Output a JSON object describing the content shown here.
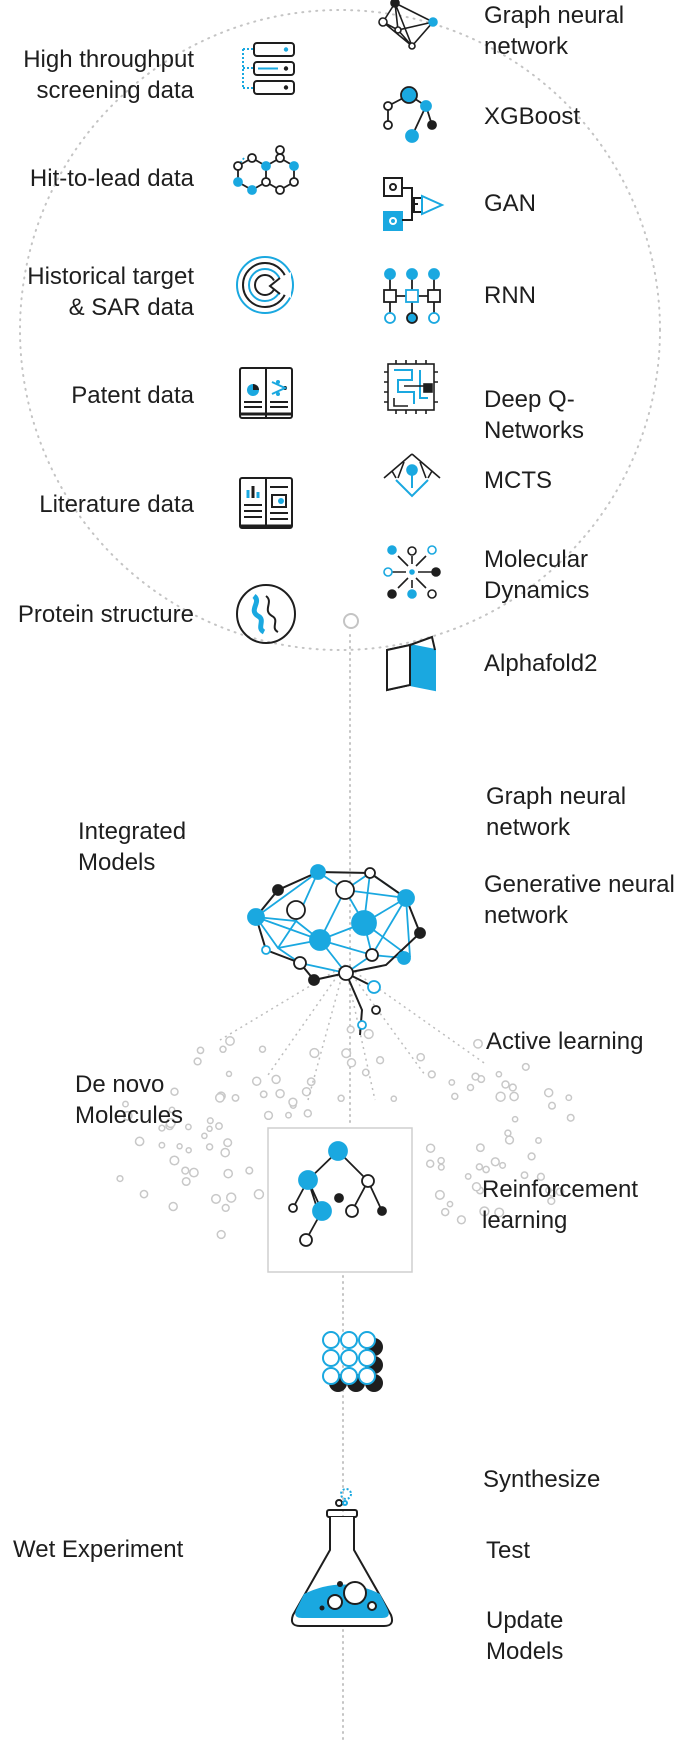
{
  "colors": {
    "accent": "#1aa8e0",
    "ink": "#1e1e1e",
    "muted": "#bdbdbd"
  },
  "data_sources": [
    {
      "label": "High throughput\nscreening data",
      "icon": "server-stack-icon"
    },
    {
      "label": "Hit-to-lead data",
      "icon": "molecule-hexagon-icon"
    },
    {
      "label": "Historical target\n& SAR data",
      "icon": "target-icon"
    },
    {
      "label": "Patent data",
      "icon": "open-book-icon"
    },
    {
      "label": "Literature data",
      "icon": "journal-icon"
    },
    {
      "label": "Protein structure",
      "icon": "helix-icon"
    }
  ],
  "methods": [
    {
      "label": "Graph neural\nnetwork",
      "icon": "graph-network-icon"
    },
    {
      "label": "XGBoost",
      "icon": "tree-graph-icon"
    },
    {
      "label": "GAN",
      "icon": "gan-icon"
    },
    {
      "label": "RNN",
      "icon": "rnn-icon"
    },
    {
      "label": "Deep Q-\nNetworks",
      "icon": "circuit-maze-icon"
    },
    {
      "label": "MCTS",
      "icon": "search-tree-icon"
    },
    {
      "label": "Molecular\nDynamics",
      "icon": "particles-icon"
    },
    {
      "label": "Alphafold2",
      "icon": "folded-sheet-icon"
    }
  ],
  "integrated": {
    "title": "Integrated\nModels",
    "labels": [
      "Graph neural\nnetwork",
      "Generative neural\nnetwork",
      "Active learning",
      "Reinforcement\nlearning"
    ],
    "denovo": "De novo\nMolecules",
    "icons": [
      "brain-network-icon",
      "decision-tree-icon",
      "molecule-cloud-icon"
    ]
  },
  "experiment": {
    "title": "Wet Experiment",
    "steps": [
      "Synthesize",
      "Test",
      "Update\nModels"
    ],
    "icons": [
      "compound-grid-icon",
      "flask-icon"
    ]
  }
}
